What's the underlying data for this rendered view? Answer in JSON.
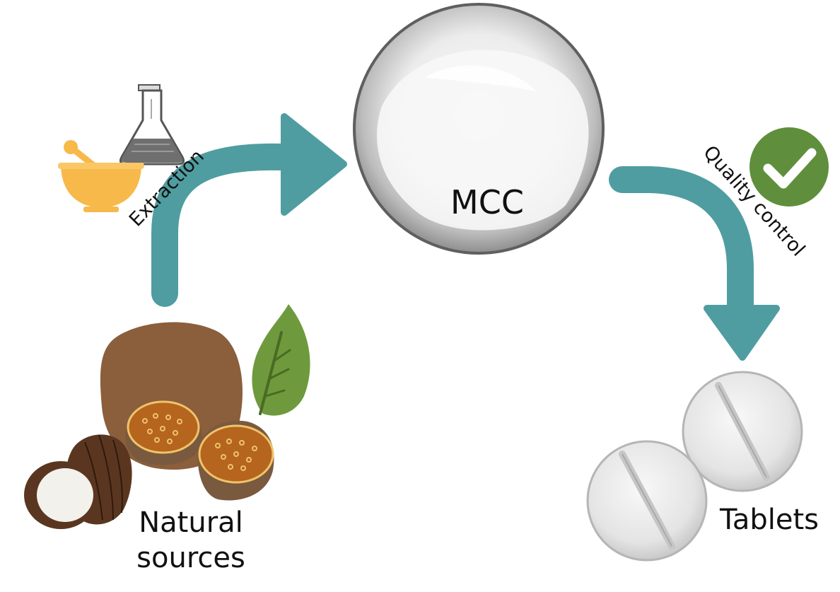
{
  "labels": {
    "mcc": "MCC",
    "extraction": "Extraction",
    "quality_control": "Quality control",
    "natural_sources_line1": "Natural",
    "natural_sources_line2": "sources",
    "tablets": "Tablets"
  },
  "colors": {
    "arrow": "#4f9da1",
    "check": "#5f8f3c",
    "leaf": "#6e9a3d",
    "brown": "#7a5a3e",
    "fruit_flesh": "#b5651d",
    "mortar": "#f7b94a",
    "tablet": "#e3e3e3"
  },
  "icons": {
    "mortar": "mortar-pestle-icon",
    "flask": "flask-icon",
    "check": "check-circle-icon",
    "leaf": "leaf-icon",
    "coconut": "coconut-icon",
    "fruit": "fruit-halves-icon",
    "tablet": "tablet-icon"
  }
}
